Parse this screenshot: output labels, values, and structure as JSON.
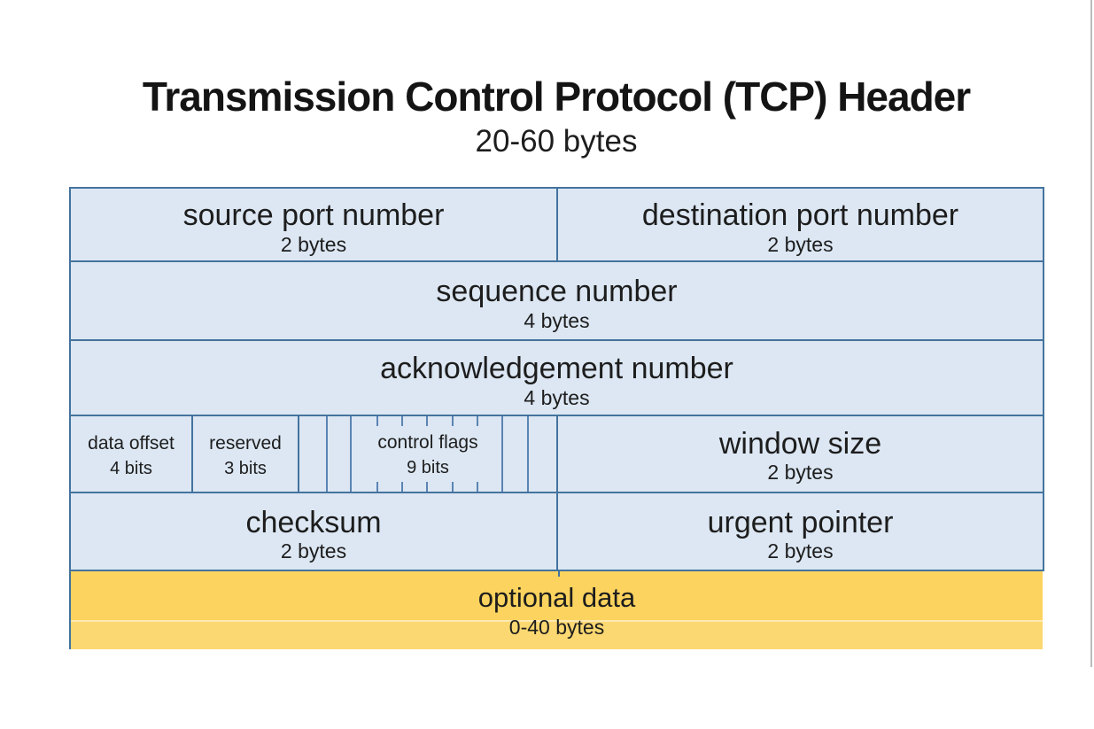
{
  "title": "Transmission Control Protocol (TCP) Header",
  "subtitle": "20-60 bytes",
  "fields": {
    "source_port": {
      "label": "source port number",
      "size": "2 bytes"
    },
    "destination_port": {
      "label": "destination port number",
      "size": "2 bytes"
    },
    "sequence_number": {
      "label": "sequence number",
      "size": "4 bytes"
    },
    "acknowledgement_number": {
      "label": "acknowledgement number",
      "size": "4 bytes"
    },
    "data_offset": {
      "label": "data offset",
      "size": "4 bits"
    },
    "reserved": {
      "label": "reserved",
      "size": "3 bits"
    },
    "control_flags": {
      "label": "control flags",
      "size": "9 bits"
    },
    "window_size": {
      "label": "window size",
      "size": "2 bytes"
    },
    "checksum": {
      "label": "checksum",
      "size": "2 bytes"
    },
    "urgent_pointer": {
      "label": "urgent pointer",
      "size": "2 bytes"
    },
    "optional_data": {
      "label": "optional data",
      "size": "0-40 bytes"
    }
  },
  "colors": {
    "field_fill": "#dce7f3",
    "border": "#44739e",
    "bit_line": "#5b84b2",
    "optional_fill": "#fbd35e",
    "title_text": "#141414",
    "background": "#ffffff"
  }
}
